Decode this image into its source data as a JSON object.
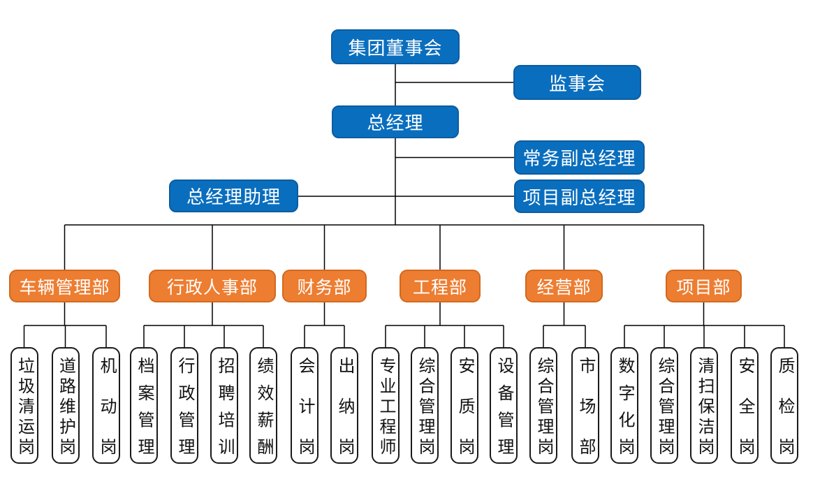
{
  "org": {
    "top": {
      "board": "集团董事会",
      "supervisory_board": "监事会",
      "general_manager": "总经理",
      "executive_deputy_gm": "常务副总经理",
      "gm_assistant": "总经理助理",
      "project_deputy_gm": "项目副总经理"
    },
    "departments": [
      {
        "label": "车辆管理部",
        "children": [
          "垃圾清运岗",
          "道路维护岗",
          "机动岗"
        ]
      },
      {
        "label": "行政人事部",
        "children": [
          "档案管理",
          "行政管理",
          "招聘培训",
          "绩效薪酬"
        ]
      },
      {
        "label": "财务部",
        "children": [
          "会计岗",
          "出纳岗"
        ]
      },
      {
        "label": "工程部",
        "children": [
          "专业工程师",
          "综合管理岗",
          "安质岗",
          "设备管理"
        ]
      },
      {
        "label": "经营部",
        "children": [
          "综合管理岗",
          "市场部"
        ]
      },
      {
        "label": "项目部",
        "children": [
          "数字化岗",
          "综合管理岗",
          "清扫保洁岗",
          "安全岗",
          "质检岗"
        ]
      }
    ],
    "colors": {
      "executive_fill": "#0a6ebe",
      "executive_border": "#0d5c9f",
      "department_fill": "#ed7d31",
      "department_border": "#d2691f",
      "position_border": "#1a1a1a",
      "line": "#000000"
    }
  }
}
